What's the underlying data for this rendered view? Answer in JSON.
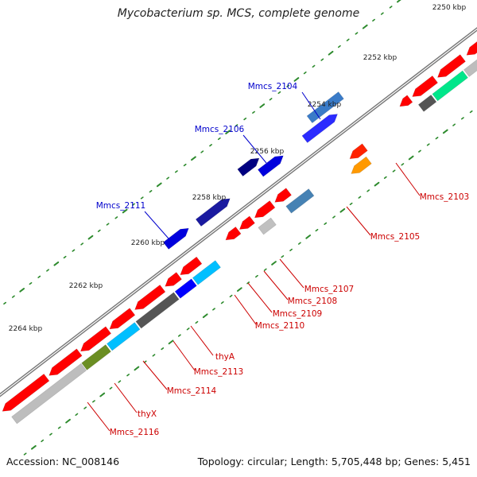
{
  "title": "Mycobacterium sp. MCS, complete genome",
  "footer": {
    "accession": "Accession: NC_008146",
    "summary": "Topology: circular; Length: 5,705,448 bp; Genes: 5,451"
  },
  "colors": {
    "backbone": "#777777",
    "tick_major": "#2e8b2e",
    "tick_minor": "#2e8b2e",
    "label_forward": "#0000cc",
    "label_reverse": "#cc0000"
  },
  "tick_labels": [
    {
      "text": "2250 kbp"
    },
    {
      "text": "2252 kbp"
    },
    {
      "text": "2254 kbp"
    },
    {
      "text": "2256 kbp"
    },
    {
      "text": "2258 kbp"
    },
    {
      "text": "2260 kbp"
    },
    {
      "text": "2262 kbp"
    },
    {
      "text": "2264 kbp"
    }
  ],
  "gene_labels": {
    "forward": [
      "Mmcs_2104",
      "Mmcs_2106",
      "Mmcs_2111"
    ],
    "reverse": [
      "Mmcs_2103",
      "Mmcs_2105",
      "Mmcs_2107",
      "Mmcs_2108",
      "Mmcs_2109",
      "Mmcs_2110",
      "thyA",
      "Mmcs_2113",
      "Mmcs_2114",
      "thyX",
      "Mmcs_2116"
    ]
  }
}
